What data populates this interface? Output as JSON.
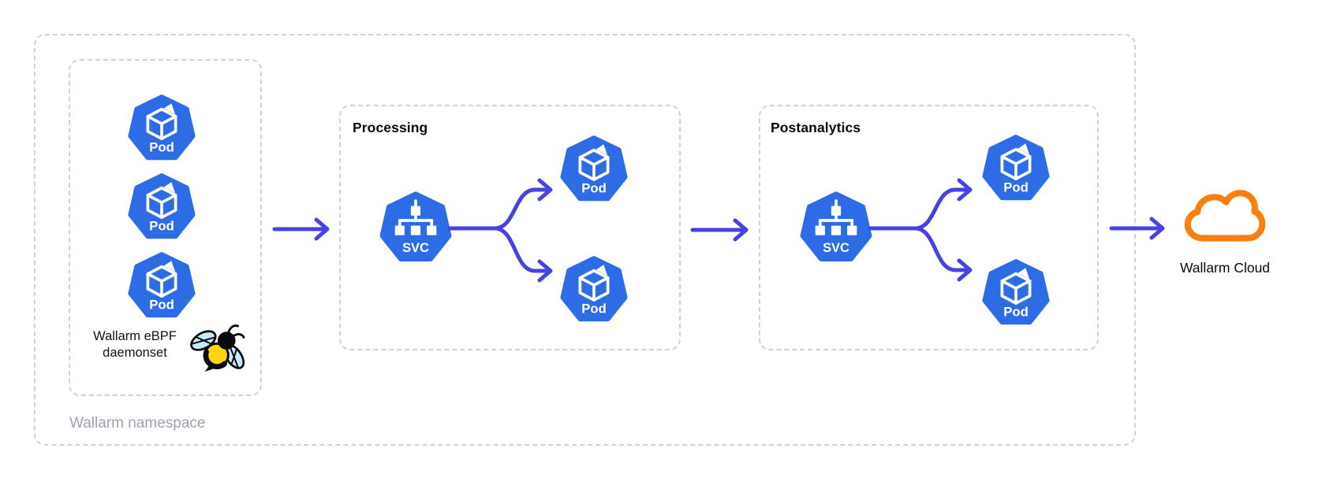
{
  "diagram": {
    "namespace": {
      "label": "Wallarm namespace"
    },
    "daemonset": {
      "label_line1": "Wallarm eBPF",
      "label_line2": "daemonset",
      "pods": [
        "Pod",
        "Pod",
        "Pod"
      ]
    },
    "processing": {
      "title": "Processing",
      "svc_label": "SVC",
      "pods": [
        "Pod",
        "Pod"
      ]
    },
    "postanalytics": {
      "title": "Postanalytics",
      "svc_label": "SVC",
      "pods": [
        "Pod",
        "Pod"
      ]
    },
    "cloud": {
      "label": "Wallarm Cloud"
    },
    "colors": {
      "node_blue": "#2E6CE6",
      "arrow_violet": "#4742E4",
      "cloud_orange": "#F9800E",
      "border_gray": "#CDD1D9",
      "namespace_label_gray": "#9AA3B5",
      "title_black": "#0B0B0D",
      "bee_yellow": "#FFD60A",
      "bee_wing_blue": "#C9E8FA"
    }
  }
}
